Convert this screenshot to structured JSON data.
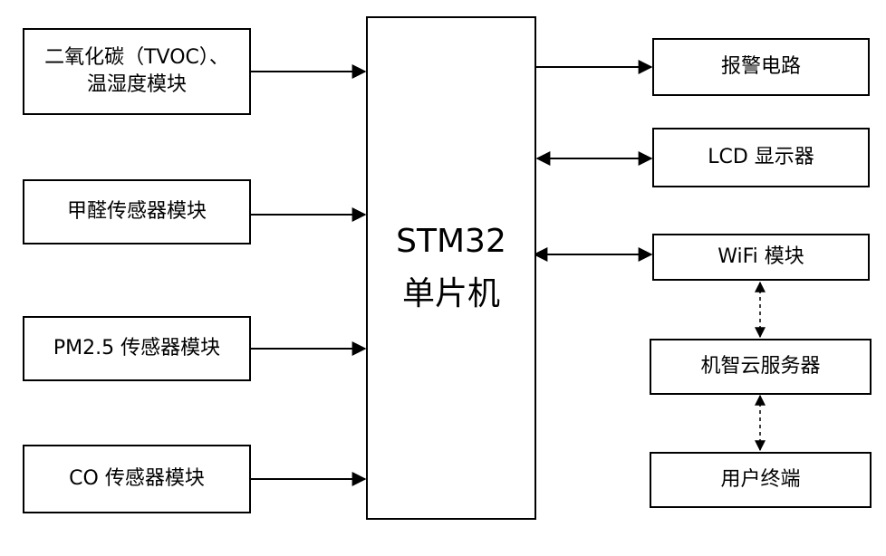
{
  "diagram": {
    "inputs": [
      {
        "id": "co2",
        "lines": [
          "二氧化碳（TVOC）、",
          "温湿度模块"
        ]
      },
      {
        "id": "formaldehyde",
        "lines": [
          "甲醛传感器模块"
        ]
      },
      {
        "id": "pm25",
        "lines": [
          "PM2.5 传感器模块"
        ]
      },
      {
        "id": "co",
        "lines": [
          "CO 传感器模块"
        ]
      }
    ],
    "controller": {
      "lines": [
        "STM32",
        "单片机"
      ]
    },
    "outputs": [
      {
        "id": "alarm",
        "lines": [
          "报警电路"
        ]
      },
      {
        "id": "lcd",
        "lines": [
          "LCD 显示器"
        ]
      },
      {
        "id": "wifi",
        "lines": [
          "WiFi 模块"
        ]
      }
    ],
    "cloud": [
      {
        "id": "server",
        "lines": [
          "机智云服务器"
        ]
      },
      {
        "id": "user",
        "lines": [
          "用户终端"
        ]
      }
    ]
  }
}
